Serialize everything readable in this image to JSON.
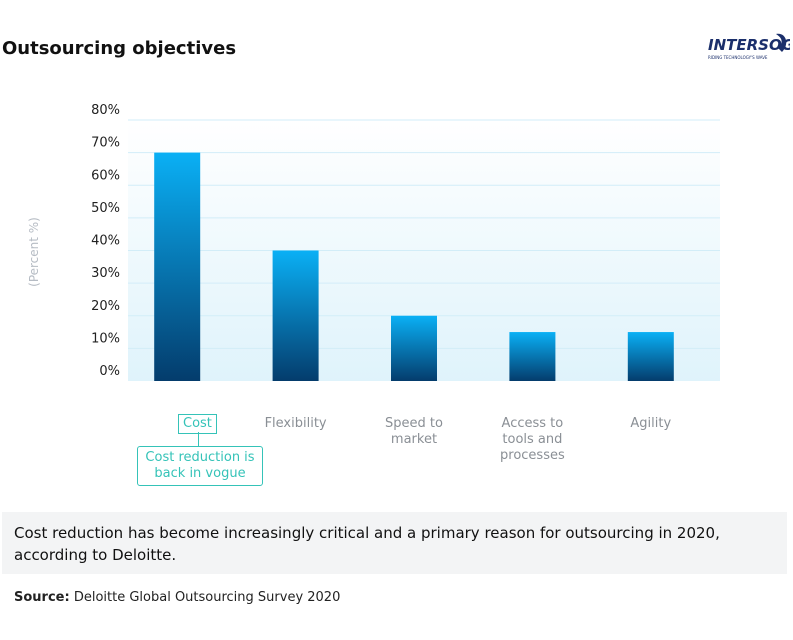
{
  "header": {
    "title": "Outsourcing objectives",
    "logo_text": "INTERSOG",
    "logo_tagline": "RIDING TECHNOLOGY'S WAVE"
  },
  "chart_data": {
    "type": "bar",
    "categories": [
      "Cost",
      "Flexibility",
      "Speed to market",
      "Access to tools and processes",
      "Agility"
    ],
    "category_lines": [
      [
        "Cost"
      ],
      [
        "Flexibility"
      ],
      [
        "Speed to",
        "market"
      ],
      [
        "Access to",
        "tools and",
        "processes"
      ],
      [
        "Agility"
      ]
    ],
    "values": [
      70,
      40,
      20,
      15,
      15
    ],
    "ylabel": "(Percent %)",
    "ylim": [
      0,
      80
    ],
    "yticks": [
      "0%",
      "10%",
      "20%",
      "30%",
      "40%",
      "50%",
      "60%",
      "70%",
      "80%"
    ],
    "grid": true,
    "annotation": "Cost reduction is back in vogue",
    "colors": {
      "bar_top": "#0ab0f5",
      "bar_bottom": "#043c6c",
      "plot_bg_top": "#ffffff",
      "plot_bg_bottom": "#dff3fb",
      "grid": "#d2edf8",
      "accent": "#35c3b8"
    }
  },
  "summary": "Cost reduction has become increasingly critical and a primary reason for outsourcing in 2020, according to Deloitte.",
  "source": {
    "label": "Source:",
    "text": "Deloitte Global Outsourcing Survey 2020"
  }
}
